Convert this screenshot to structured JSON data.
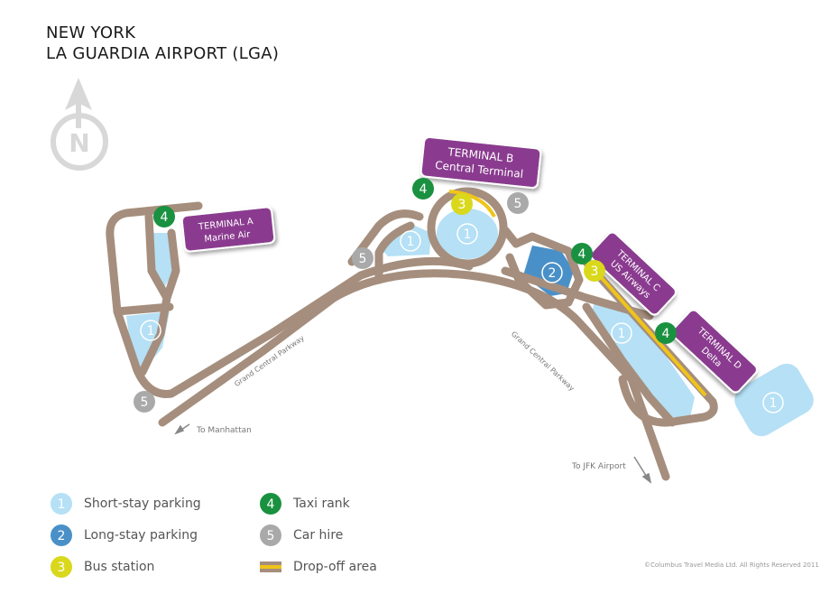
{
  "title": {
    "line1": "NEW YORK",
    "line2": "LA GUARDIA AIRPORT (LGA)"
  },
  "compass": {
    "label": "N"
  },
  "terminals": {
    "a": {
      "line1": "TERMINAL A",
      "line2": "Marine Air"
    },
    "b": {
      "line1": "TERMINAL B",
      "line2": "Central Terminal"
    },
    "c": {
      "line1": "TERMINAL C",
      "line2": "US Airways"
    },
    "d": {
      "line1": "TERMINAL D",
      "line2": "Delta"
    }
  },
  "roads": {
    "grand_central_west": "Grand Central Parkway",
    "grand_central_east": "Grand Central Parkway",
    "to_manhattan": "To Manhattan",
    "to_jfk": "To JFK Airport"
  },
  "markers": {
    "short_stay": "1",
    "long_stay": "2",
    "bus": "3",
    "taxi": "4",
    "car_hire": "5"
  },
  "legend": [
    {
      "number": "1",
      "label": "Short-stay parking"
    },
    {
      "number": "2",
      "label": "Long-stay parking"
    },
    {
      "number": "3",
      "label": "Bus station"
    },
    {
      "number": "4",
      "label": "Taxi rank"
    },
    {
      "number": "5",
      "label": "Car hire"
    },
    {
      "number": "",
      "label": "Drop-off area"
    }
  ],
  "copyright": "©Columbus Travel Media Ltd. All Rights Reserved 2011",
  "colors": {
    "road": "#a58e7d",
    "short_stay": "#b5e0f5",
    "long_stay": "#4a90c8",
    "bus": "#d9d81c",
    "taxi": "#1a9140",
    "car_hire": "#a9a9a9",
    "terminal": "#8a3a8f",
    "dropoff": "#f0c419"
  }
}
